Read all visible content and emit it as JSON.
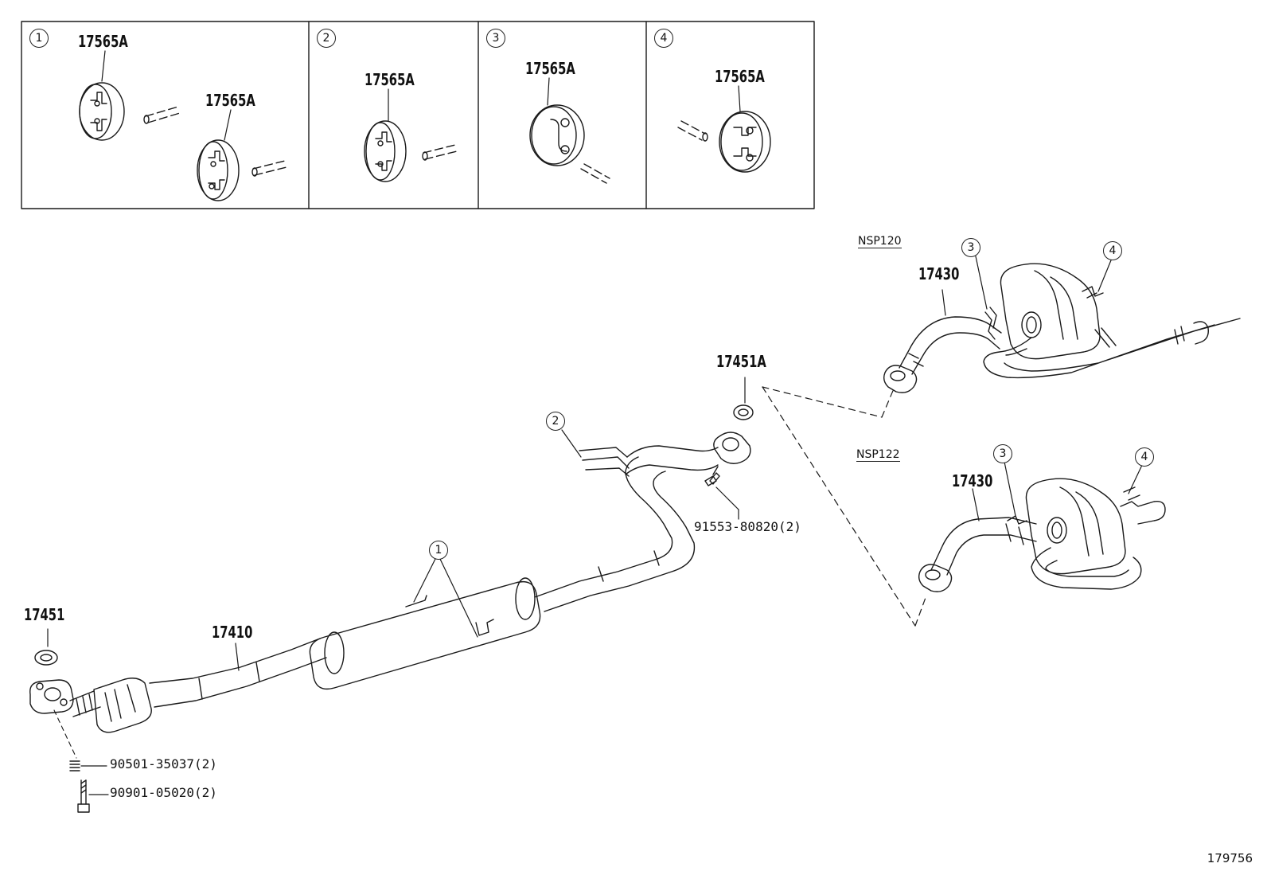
{
  "insets": [
    {
      "index": "1",
      "labels": [
        "17565A",
        "17565A"
      ]
    },
    {
      "index": "2",
      "labels": [
        "17565A"
      ]
    },
    {
      "index": "3",
      "labels": [
        "17565A"
      ]
    },
    {
      "index": "4",
      "labels": [
        "17565A"
      ]
    }
  ],
  "parts": {
    "front_gasket": "17451",
    "front_pipe_assy": "17410",
    "center_gasket": "17451A",
    "center_bolt": "91553-80820(2)",
    "front_spring": "90501-35037(2)",
    "front_bolt": "90901-05020(2)",
    "tail_pipe_a": "17430",
    "tail_pipe_b": "17430"
  },
  "variants": {
    "upper": "NSP120",
    "lower": "NSP122"
  },
  "callouts": {
    "c1": "1",
    "c2": "2",
    "c3a": "3",
    "c4a": "4",
    "c3b": "3",
    "c4b": "4"
  },
  "drawing_number": "179756"
}
